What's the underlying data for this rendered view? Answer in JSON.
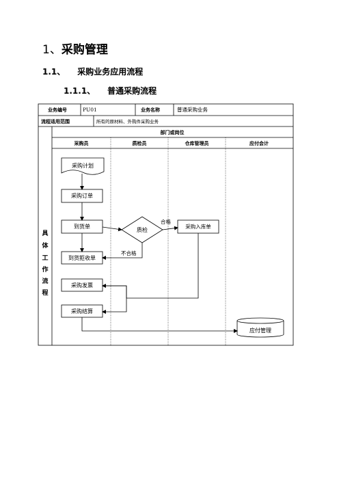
{
  "heading1": {
    "number": "1、",
    "text": "采购管理"
  },
  "heading2": {
    "number": "1.1、",
    "text": "采购业务应用流程"
  },
  "heading3": {
    "number": "1.1.1、",
    "text": "普通采购流程"
  },
  "table": {
    "biz_code_label": "业务编号",
    "biz_code_value": "PU01",
    "biz_name_label": "业务名称",
    "biz_name_value": "普通采购业务",
    "scope_label": "流程适用范围",
    "scope_value": "所有的原材料、外购件采购业务",
    "dept_header": "部门或岗位",
    "columns": [
      "采购员",
      "质检员",
      "仓库管理员",
      "应付会计"
    ],
    "side_label": [
      "具",
      "体",
      "工",
      "作",
      "流",
      "程"
    ]
  },
  "flow": {
    "purchase_plan": "采购计划",
    "purchase_order": "采购订单",
    "arrival": "到货单",
    "inspection": "质检",
    "pass": "合格",
    "fail": "不合格",
    "inbound": "采购入库单",
    "reject": "到货拒收单",
    "invoice": "采购发票",
    "settlement": "采购结算",
    "payable": "应付管理"
  }
}
